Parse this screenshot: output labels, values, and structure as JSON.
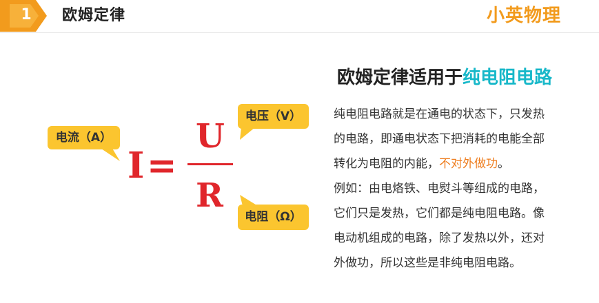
{
  "header": {
    "section_number": "1",
    "title": "欧姆定律",
    "logo_text": "小英物理",
    "badge_color": "#f29b1d"
  },
  "formula": {
    "lhs": "I",
    "equals": "=",
    "numerator": "U",
    "denominator": "R",
    "color": "#e0262b"
  },
  "callouts": {
    "current": "电流（A）",
    "voltage": "电压（V）",
    "resistance": "电阻（Ω）",
    "color": "#fbc52f"
  },
  "content": {
    "heading_prefix": "欧姆定律适用于",
    "heading_highlight": "纯电阻电路",
    "highlight_color": "#18b8c9",
    "para1_line1": "纯电阻电路就是在通电的状态下，只发热",
    "para1_line2": "的电路，即通电状态下把消耗的电能全部",
    "para1_line3_prefix": "转化为电阻的内能，",
    "para1_line3_accent": "不对外做功",
    "para1_line3_suffix": "。",
    "accent_color": "#ee7d1e",
    "para2_line1": "例如：由电烙铁、电熨斗等组成的电路，",
    "para2_line2": "它们只是发热，它们都是纯电阻电路。像",
    "para2_line3": "电动机组成的电路，除了发热以外，还对",
    "para2_line4": "外做功，所以这些是非纯电阻电路。"
  }
}
